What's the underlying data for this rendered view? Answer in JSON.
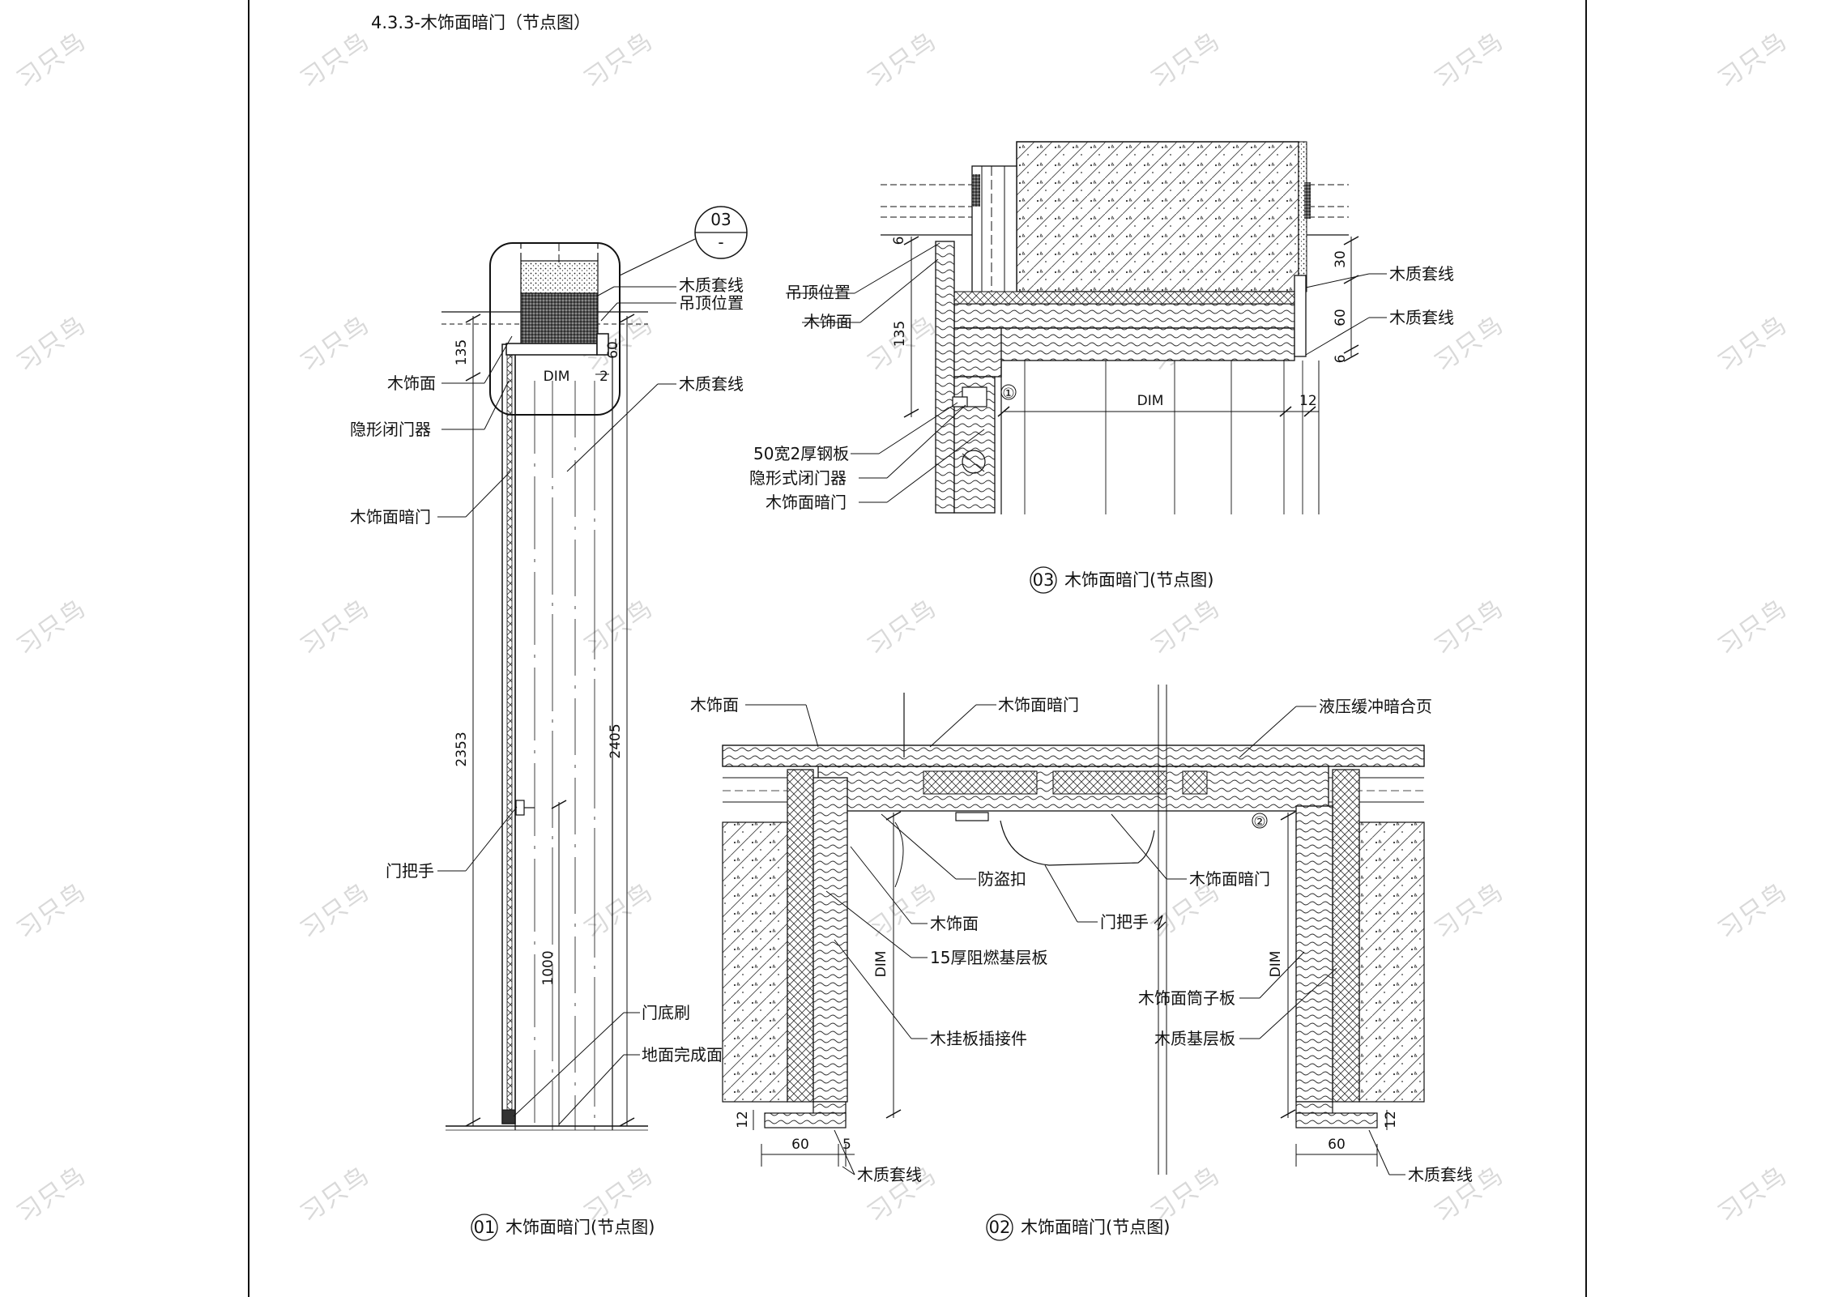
{
  "page_title": "4.3.3-木饰面暗门（节点图）",
  "watermark": "习只鸟",
  "detail01": {
    "caption_num": "01",
    "caption_text": "木饰面暗门(节点图)",
    "callout_num": "03",
    "callout_sub": "-",
    "labels": {
      "trim_top": "木质套线",
      "ceiling": "吊顶位置",
      "veneer": "木饰面",
      "closer": "隐形闭门器",
      "trim_mid": "木质套线",
      "door": "木饰面暗门",
      "handle": "门把手",
      "sweep": "门底刷",
      "floor": "地面完成面"
    },
    "dims": {
      "d135": "135",
      "d60": "60",
      "d2": "2",
      "dim": "DIM",
      "d2353": "2353",
      "d2405": "2405",
      "d1000": "1000"
    }
  },
  "detail02": {
    "caption_num": "02",
    "caption_text": "木饰面暗门(节点图)",
    "labels": {
      "veneer_top": "木饰面",
      "door_top": "木饰面暗门",
      "hinge": "液压缓冲暗合页",
      "antitheft": "防盗扣",
      "veneer": "木饰面",
      "board15": "15厚阻燃基层板",
      "connector": "木挂板插接件",
      "handle": "门把手",
      "door_right": "木饰面暗门",
      "tube_board": "木饰面筒子板",
      "base_board": "木质基层板",
      "trim_left": "木质套线",
      "trim_right": "木质套线"
    },
    "dims": {
      "d12a": "12",
      "d60a": "60",
      "d5": "5",
      "dimL": "DIM",
      "dimR": "DIM",
      "d12b": "12",
      "d60b": "60"
    },
    "markers": {
      "m2": "②"
    }
  },
  "detail03": {
    "caption_num": "03",
    "caption_text": "木饰面暗门(节点图)",
    "labels": {
      "ceiling": "吊顶位置",
      "veneer": "木饰面",
      "steel": "50宽2厚钢板",
      "closer": "隐形式闭门器",
      "door": "木饰面暗门",
      "trim1": "木质套线",
      "trim2": "木质套线"
    },
    "dims": {
      "d135": "135",
      "d30": "30",
      "d60": "60",
      "d6": "6",
      "dim": "DIM",
      "d12": "12"
    },
    "markers": {
      "m1": "①"
    }
  }
}
